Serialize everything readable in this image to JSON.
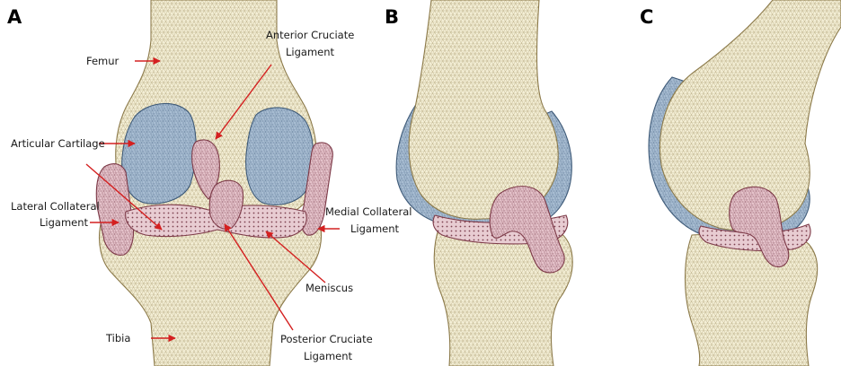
{
  "panels": [
    {
      "letter": "A"
    },
    {
      "letter": "B"
    },
    {
      "letter": "C"
    }
  ],
  "labels": {
    "femur": "Femur",
    "acl_line1": "Anterior Cruciate",
    "acl_line2": "Ligament",
    "articular_cartilage": "Articular Cartilage",
    "lcl_line1": "Lateral Collateral",
    "lcl_line2": "Ligament",
    "mcl_line1": "Medial Collateral",
    "mcl_line2": "Ligament",
    "meniscus": "Meniscus",
    "tibia": "Tibia",
    "pcl_line1": "Posterior Cruciate",
    "pcl_line2": "Ligament"
  },
  "colors": {
    "bone": "#f4efd6",
    "cartilage": "#a9bed3",
    "ligament": "#e6c4cc",
    "arrow": "#d42020"
  }
}
